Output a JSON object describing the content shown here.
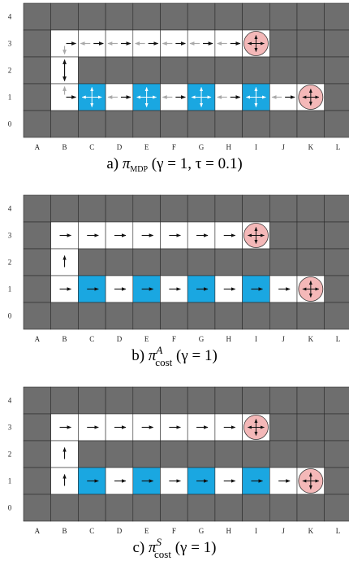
{
  "colors": {
    "wall": "#6e6e6e",
    "free": "#ffffff",
    "blue": "#1aa7e1",
    "goal": "#f4b8b8",
    "grid": "#2a2a2a",
    "arrow_dark": "#111111",
    "arrow_light": "#a9a9a9"
  },
  "columns": [
    "A",
    "B",
    "C",
    "D",
    "E",
    "F",
    "G",
    "H",
    "I",
    "J",
    "K",
    "L"
  ],
  "rows": [
    "4",
    "3",
    "2",
    "1",
    "0"
  ],
  "panels": [
    {
      "caption": {
        "pre": "a) ",
        "pi": "π",
        "sup": "",
        "sub": "MDP",
        "sub_small_caps": true,
        "post": " (γ = 1, τ = 0.1)"
      },
      "free_cells": [
        "B3",
        "C3",
        "D3",
        "E3",
        "F3",
        "G3",
        "H3",
        "I3",
        "B2",
        "B1",
        "C1",
        "D1",
        "E1",
        "F1",
        "G1",
        "H1",
        "I1",
        "J1",
        "K1"
      ],
      "blue_cells": [
        "C1",
        "E1",
        "G1",
        "I1"
      ],
      "goal_cells": [
        "I3",
        "K1"
      ],
      "style": "stochastic"
    },
    {
      "caption": {
        "pre": "b) ",
        "pi": "π",
        "sup": "A",
        "sub": "cost",
        "sub_small_caps": false,
        "post": " (γ = 1)"
      },
      "free_cells": [
        "B3",
        "C3",
        "D3",
        "E3",
        "F3",
        "G3",
        "H3",
        "I3",
        "B2",
        "B1",
        "C1",
        "D1",
        "E1",
        "F1",
        "G1",
        "H1",
        "I1",
        "J1",
        "K1"
      ],
      "blue_cells": [
        "C1",
        "E1",
        "G1",
        "I1"
      ],
      "goal_cells": [
        "I3",
        "K1"
      ],
      "arrows": [
        {
          "cell": "B3",
          "dir": "right"
        },
        {
          "cell": "C3",
          "dir": "right"
        },
        {
          "cell": "D3",
          "dir": "right"
        },
        {
          "cell": "E3",
          "dir": "right"
        },
        {
          "cell": "F3",
          "dir": "right"
        },
        {
          "cell": "G3",
          "dir": "right"
        },
        {
          "cell": "H3",
          "dir": "right"
        },
        {
          "cell": "B2",
          "dir": "up"
        },
        {
          "cell": "B1",
          "dir": "right"
        },
        {
          "cell": "C1",
          "dir": "right"
        },
        {
          "cell": "D1",
          "dir": "right"
        },
        {
          "cell": "E1",
          "dir": "right"
        },
        {
          "cell": "F1",
          "dir": "right"
        },
        {
          "cell": "G1",
          "dir": "right"
        },
        {
          "cell": "H1",
          "dir": "right"
        },
        {
          "cell": "I1",
          "dir": "right"
        },
        {
          "cell": "J1",
          "dir": "right"
        }
      ]
    },
    {
      "caption": {
        "pre": "c) ",
        "pi": "π",
        "sup": "S",
        "sub": "cost",
        "sub_small_caps": false,
        "post": " (γ = 1)"
      },
      "free_cells": [
        "B3",
        "C3",
        "D3",
        "E3",
        "F3",
        "G3",
        "H3",
        "I3",
        "B2",
        "B1",
        "C1",
        "D1",
        "E1",
        "F1",
        "G1",
        "H1",
        "I1",
        "J1",
        "K1"
      ],
      "blue_cells": [
        "C1",
        "E1",
        "G1",
        "I1"
      ],
      "goal_cells": [
        "I3",
        "K1"
      ],
      "arrows": [
        {
          "cell": "B3",
          "dir": "right"
        },
        {
          "cell": "C3",
          "dir": "right"
        },
        {
          "cell": "D3",
          "dir": "right"
        },
        {
          "cell": "E3",
          "dir": "right"
        },
        {
          "cell": "F3",
          "dir": "right"
        },
        {
          "cell": "G3",
          "dir": "right"
        },
        {
          "cell": "H3",
          "dir": "right"
        },
        {
          "cell": "B2",
          "dir": "up"
        },
        {
          "cell": "B1",
          "dir": "up"
        },
        {
          "cell": "C1",
          "dir": "right"
        },
        {
          "cell": "D1",
          "dir": "right"
        },
        {
          "cell": "E1",
          "dir": "right"
        },
        {
          "cell": "F1",
          "dir": "right"
        },
        {
          "cell": "G1",
          "dir": "right"
        },
        {
          "cell": "H1",
          "dir": "right"
        },
        {
          "cell": "I1",
          "dir": "right"
        },
        {
          "cell": "J1",
          "dir": "right"
        }
      ]
    }
  ]
}
